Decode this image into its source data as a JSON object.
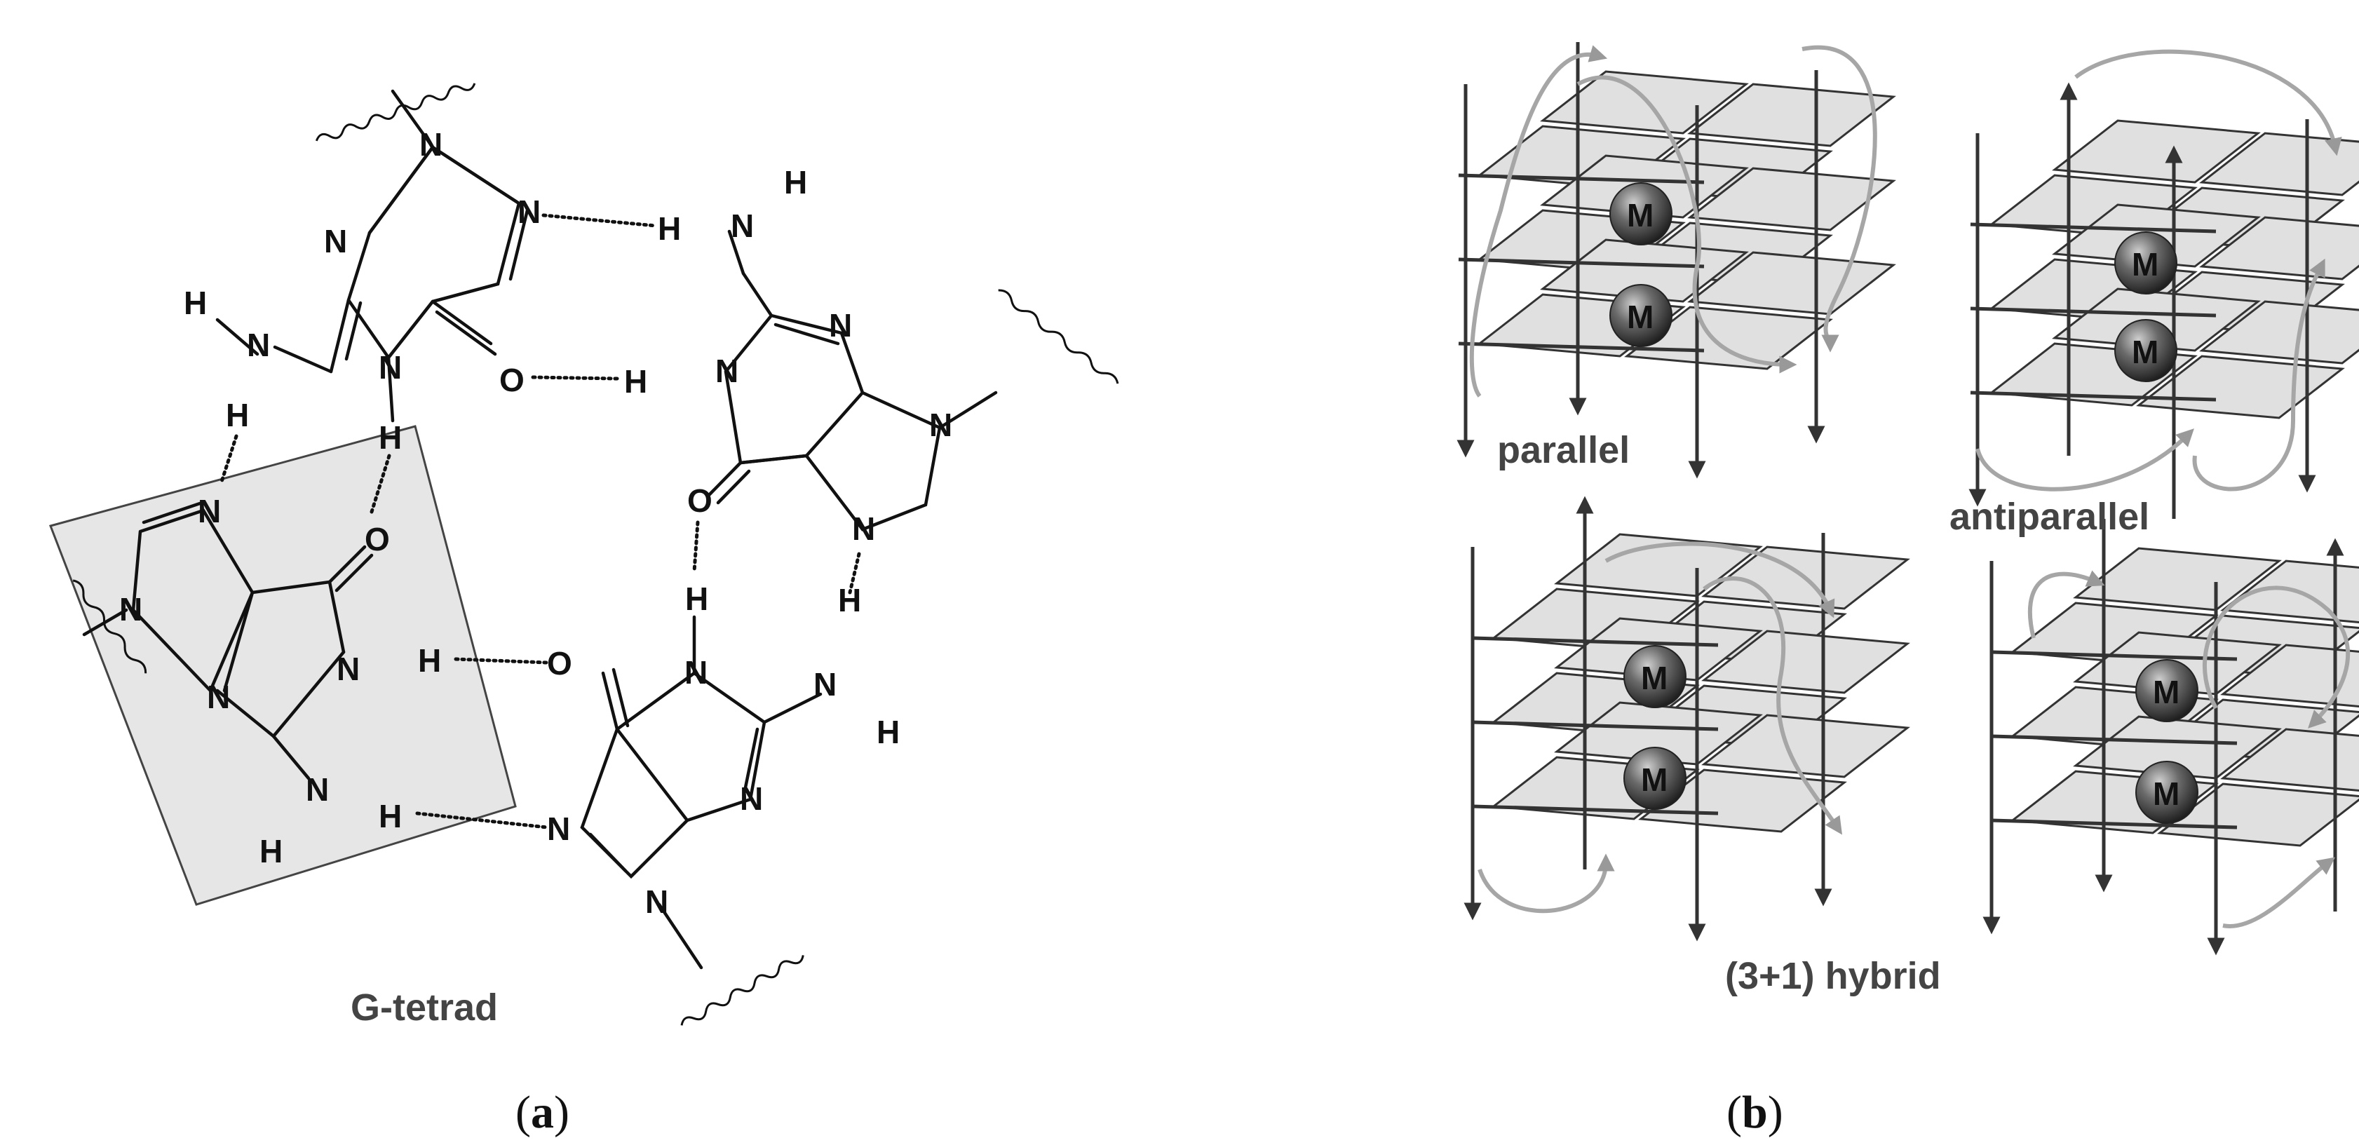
{
  "atoms": {
    "N": "N",
    "H": "H",
    "O": "O",
    "metal": "M"
  },
  "labels": {
    "g_tetrad": "G-tetrad",
    "parallel": "parallel",
    "antiparallel": "antiparallel",
    "hybrid": "(3+1) hybrid"
  },
  "panels": {
    "a": {
      "open": "(",
      "letter": "a",
      "close": ")"
    },
    "b": {
      "open": "(",
      "letter": "b",
      "close": ")"
    }
  },
  "colors": {
    "highlight_box": "#e6e6e6",
    "tile": "#e0e0e0",
    "strand": "#333333",
    "loop": "#a6a6a6",
    "label_gray": "#444444"
  }
}
